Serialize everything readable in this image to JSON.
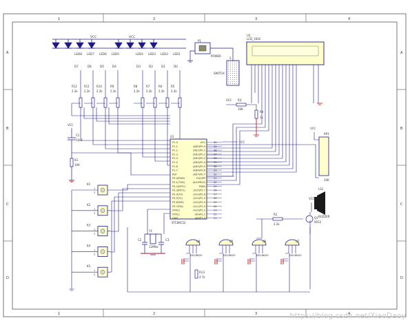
{
  "frame": {
    "col_labels": [
      "1",
      "2",
      "3",
      "4"
    ],
    "row_labels": [
      "A",
      "B",
      "C",
      "D"
    ]
  },
  "leds": {
    "upper_labels": [
      "LED8",
      "LED7",
      "LED6",
      "LED5",
      "LED4",
      "LED3",
      "LED2",
      "LED1"
    ],
    "vcc_label": "VCC",
    "lower_labels": [
      "D7",
      "D6",
      "D5",
      "D4",
      "D3",
      "D2",
      "D1",
      "D0"
    ]
  },
  "resistors": {
    "designators": [
      "R12",
      "R11",
      "R10",
      "R9",
      "R8",
      "R7",
      "R6",
      "R5"
    ],
    "values": [
      "2.2k",
      "2.2k",
      "2.2k",
      "2.2k",
      "2.2k",
      "2.2k",
      "2.2k",
      "2.2k"
    ]
  },
  "power_jack": {
    "designator": "P1",
    "label": "POWER"
  },
  "switch": {
    "designator": "S",
    "label": "SWITCH"
  },
  "lcd": {
    "designator": "U3",
    "part": "LCD_1602"
  },
  "mcu": {
    "designator": "U1",
    "part": "STC89C52",
    "pins_left": [
      "P1.0",
      "P1.1",
      "P1.2",
      "P1.3",
      "P1.4",
      "P1.5",
      "P1.6",
      "P1.7",
      "RST",
      "P3.0(RXD)",
      "P3.1(TXD)",
      "P3.2(INT0)",
      "P3.3(INT1)",
      "P3.4(T0)",
      "P3.5(T1)",
      "P3.6(WR)",
      "P3.7(RD)",
      "XTAL2",
      "XTAL1",
      "GND"
    ],
    "pins_right": [
      "VCC",
      "(AD0)P0.0",
      "(AD1)P0.1",
      "(AD2)P0.2",
      "(AD3)P0.3",
      "(AD4)P0.4",
      "(AD5)P0.5",
      "(AD6)P0.6",
      "(AD7)P0.7",
      "EA/VPP",
      "ALE/PROG",
      "PSEN",
      "(A15)P2.7",
      "(A14)P2.6",
      "(A13)P2.5",
      "(A12)P2.4",
      "(A11)P2.3",
      "(A10)P2.2",
      "(A9)P2.1",
      "(A8)P2.0"
    ],
    "pin_nums_right": [
      "40",
      "39",
      "38",
      "37",
      "36",
      "35",
      "34",
      "33",
      "32",
      "31",
      "30",
      "29",
      "28",
      "27",
      "26",
      "25",
      "24",
      "23",
      "22",
      "21"
    ]
  },
  "reset": {
    "cap": "C1",
    "cap_value": "10uF",
    "res": "R1",
    "res_value": "10K",
    "vcc": "VCC"
  },
  "contrast": {
    "res": "R3",
    "res_value": "10K",
    "pot": "R4",
    "pot_value": "1k",
    "vcc": "VCC"
  },
  "rp": {
    "designator": "RP1",
    "value": "10K",
    "vcc": "VCC"
  },
  "keys": {
    "designators": [
      "K1",
      "K2",
      "K3",
      "K4",
      "K5"
    ],
    "pin1": "1",
    "pin2": "2"
  },
  "crystal": {
    "designator": "Y1",
    "freq": "12MHz",
    "cap1": "C2",
    "cap2": "C3"
  },
  "buzzer": {
    "designator": "LS1",
    "label": "BUZZER",
    "transistor": "Q1",
    "transistor_part": "9012",
    "resistor": "R2",
    "resistor_value": "2.2k",
    "vcc": "VCC"
  },
  "sensors": {
    "designators": [
      "U4",
      "U5",
      "U6",
      "U7"
    ],
    "part": "DS18B20",
    "pin_labels": [
      "1",
      "2",
      "3"
    ]
  },
  "pullup": {
    "designator": "R13",
    "value": "4.7k"
  },
  "watermark": "https://blog.csdn.net/XiaoDaoy"
}
